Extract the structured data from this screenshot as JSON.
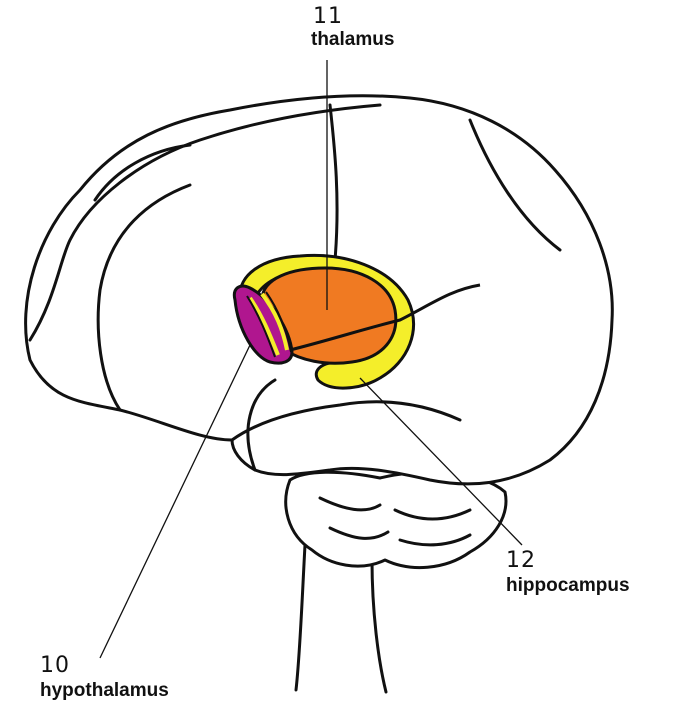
{
  "labels": {
    "thalamus": {
      "number": "11",
      "name": "thalamus"
    },
    "hypothalamus": {
      "number": "10",
      "name": "hypothalamus"
    },
    "hippocampus": {
      "number": "12",
      "name": "hippocampus"
    }
  },
  "colors": {
    "thalamus": "#f07a22",
    "hippocampus": "#f4ee2a",
    "hypothalamus": "#b0168f",
    "outline": "#111111",
    "background": "#ffffff"
  }
}
